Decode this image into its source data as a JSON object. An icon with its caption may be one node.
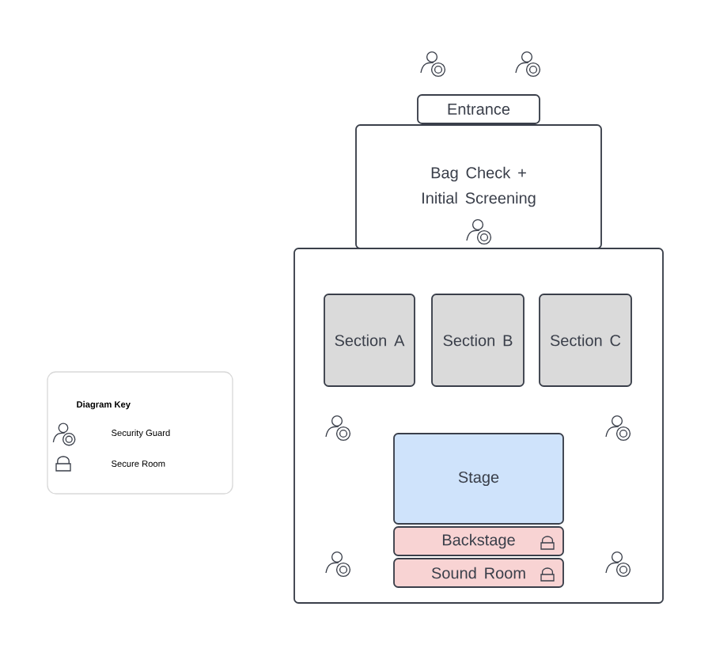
{
  "diagram": {
    "nodes": [
      {
        "text": [
          "Entrance"
        ]
      },
      {
        "text": [
          "Bag Check + Initial Screening"
        ]
      },
      {
        "text": [],
        "shape": "box"
      },
      {
        "text": [
          "Section A"
        ],
        "in": 2
      },
      {
        "text": [
          "Section B"
        ],
        "in": 2
      },
      {
        "text": [
          "Section C"
        ],
        "in": 2
      },
      {
        "text": [
          "Stage"
        ],
        "in": 2
      },
      {
        "text": [
          "Backstage"
        ],
        "in": 2
      },
      {
        "text": [
          "Sound Room"
        ],
        "in": 2
      }
    ],
    "labels": [
      "Diagram Key"
    ],
    "legend": [
      {
        "text": "Security Guard"
      },
      {
        "text": "Secure Room"
      }
    ]
  }
}
